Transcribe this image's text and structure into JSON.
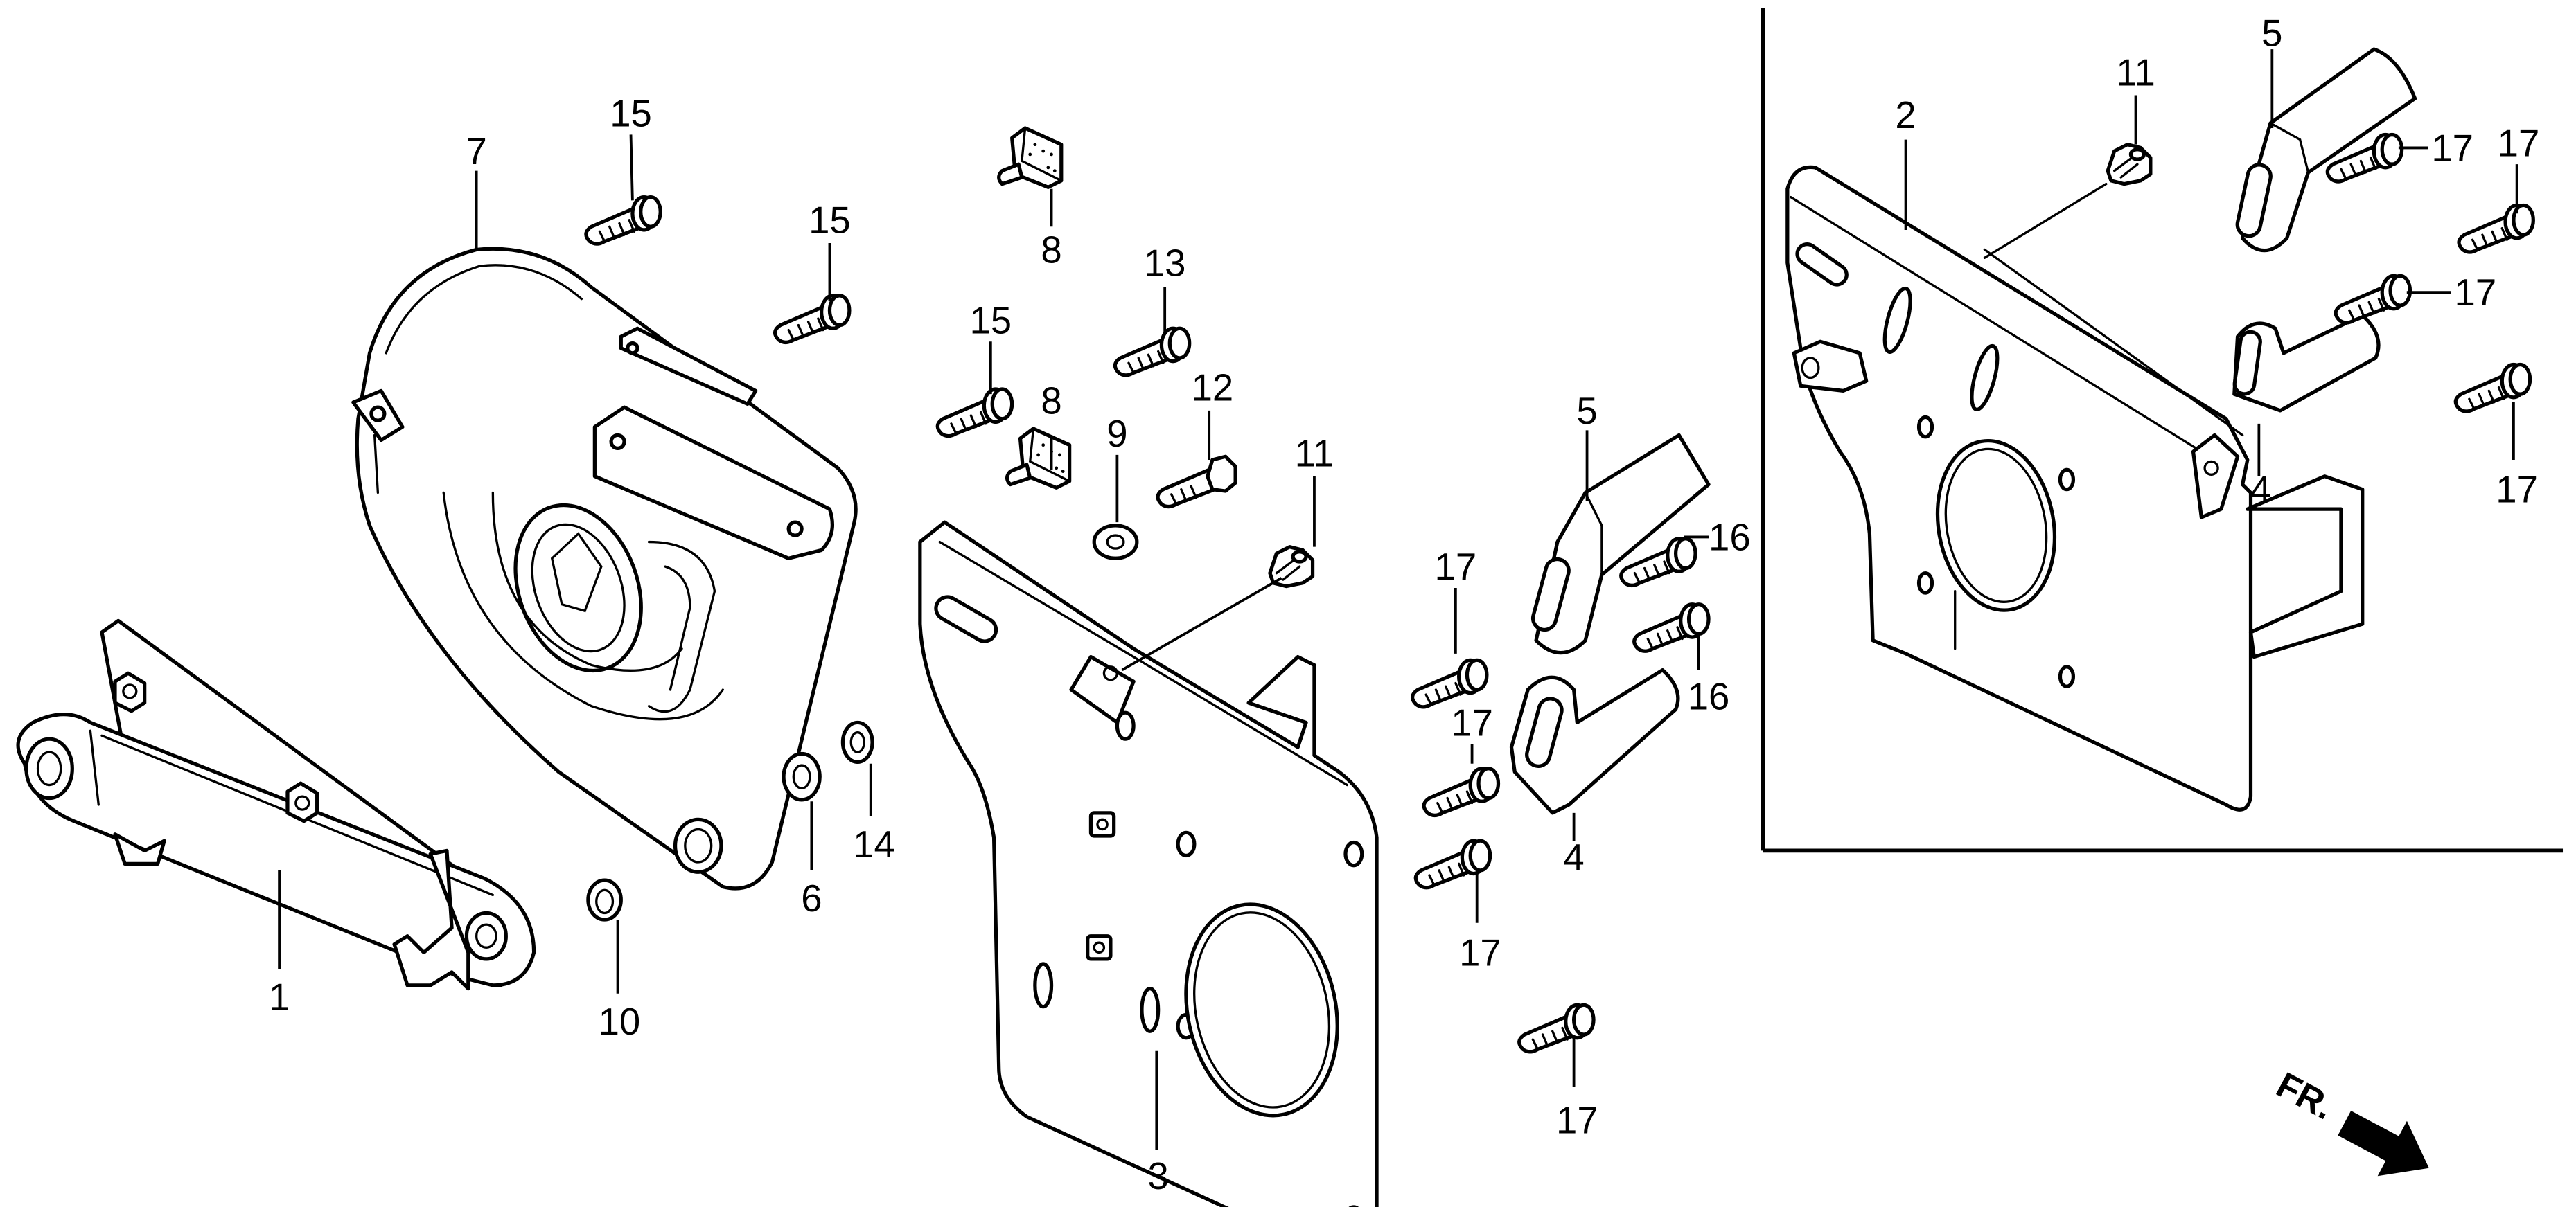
{
  "diagram": {
    "title": "Exploded parts diagram",
    "orientation_marker": {
      "label": "FR.",
      "icon": "front-direction-arrow-icon"
    },
    "callouts": [
      {
        "id": "c-15a",
        "label": "15",
        "part": "flange bolt"
      },
      {
        "id": "c-15b",
        "label": "15",
        "part": "flange bolt"
      },
      {
        "id": "c-15c",
        "label": "15",
        "part": "flange bolt"
      },
      {
        "id": "c-7",
        "label": "7",
        "part": "belt cover"
      },
      {
        "id": "c-8a",
        "label": "8",
        "part": "clip nut"
      },
      {
        "id": "c-8b",
        "label": "8",
        "part": "clip nut"
      },
      {
        "id": "c-13",
        "label": "13",
        "part": "flange bolt"
      },
      {
        "id": "c-12",
        "label": "12",
        "part": "hex bolt"
      },
      {
        "id": "c-9",
        "label": "9",
        "part": "washer"
      },
      {
        "id": "c-11a",
        "label": "11",
        "part": "cable clamp"
      },
      {
        "id": "c-6",
        "label": "6",
        "part": "collar"
      },
      {
        "id": "c-14",
        "label": "14",
        "part": "washer"
      },
      {
        "id": "c-10",
        "label": "10",
        "part": "bushing"
      },
      {
        "id": "c-1",
        "label": "1",
        "part": "arm assembly"
      },
      {
        "id": "c-3",
        "label": "3",
        "part": "mounting plate"
      },
      {
        "id": "c-5a",
        "label": "5",
        "part": "stay"
      },
      {
        "id": "c-4a",
        "label": "4",
        "part": "stay"
      },
      {
        "id": "c-16a",
        "label": "16",
        "part": "flange bolt"
      },
      {
        "id": "c-16b",
        "label": "16",
        "part": "flange bolt"
      },
      {
        "id": "c-17a",
        "label": "17",
        "part": "flange bolt"
      },
      {
        "id": "c-17b",
        "label": "17",
        "part": "flange bolt"
      },
      {
        "id": "c-17c",
        "label": "17",
        "part": "flange bolt"
      },
      {
        "id": "c-17d",
        "label": "17",
        "part": "flange bolt"
      },
      {
        "id": "c-2",
        "label": "2",
        "part": "mounting plate (inset)"
      },
      {
        "id": "c-11b",
        "label": "11",
        "part": "cable clamp (inset)"
      },
      {
        "id": "c-5b",
        "label": "5",
        "part": "stay (inset)"
      },
      {
        "id": "c-4b",
        "label": "4",
        "part": "stay (inset)"
      },
      {
        "id": "c-17e",
        "label": "17",
        "part": "flange bolt (inset)"
      },
      {
        "id": "c-17f",
        "label": "17",
        "part": "flange bolt (inset)"
      },
      {
        "id": "c-17g",
        "label": "17",
        "part": "flange bolt (inset)"
      },
      {
        "id": "c-17h",
        "label": "17",
        "part": "flange bolt (inset)"
      }
    ]
  }
}
